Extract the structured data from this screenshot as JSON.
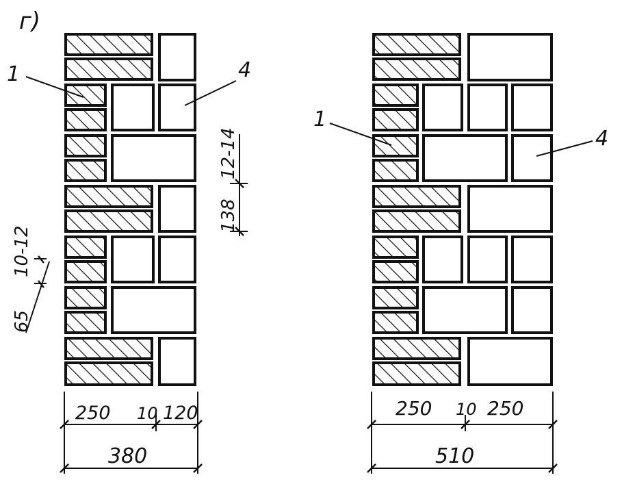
{
  "figure_label": "г)",
  "left_wall": {
    "callout_1": "1",
    "callout_4": "4",
    "dim_brick_row": "65",
    "dim_brick_joint": "10-12",
    "dim_stone_row": "138",
    "dim_stone_joint": "12-14",
    "dim_part_a": "250",
    "dim_joint": "10",
    "dim_part_b": "120",
    "dim_total": "380"
  },
  "right_wall": {
    "callout_1": "1",
    "callout_4": "4",
    "dim_part_a": "250",
    "dim_joint": "10",
    "dim_part_b": "250",
    "dim_total": "510"
  },
  "legend": {
    "solid_brick_pattern": "diagonal-hatch",
    "stone_block_pattern": "blank"
  }
}
